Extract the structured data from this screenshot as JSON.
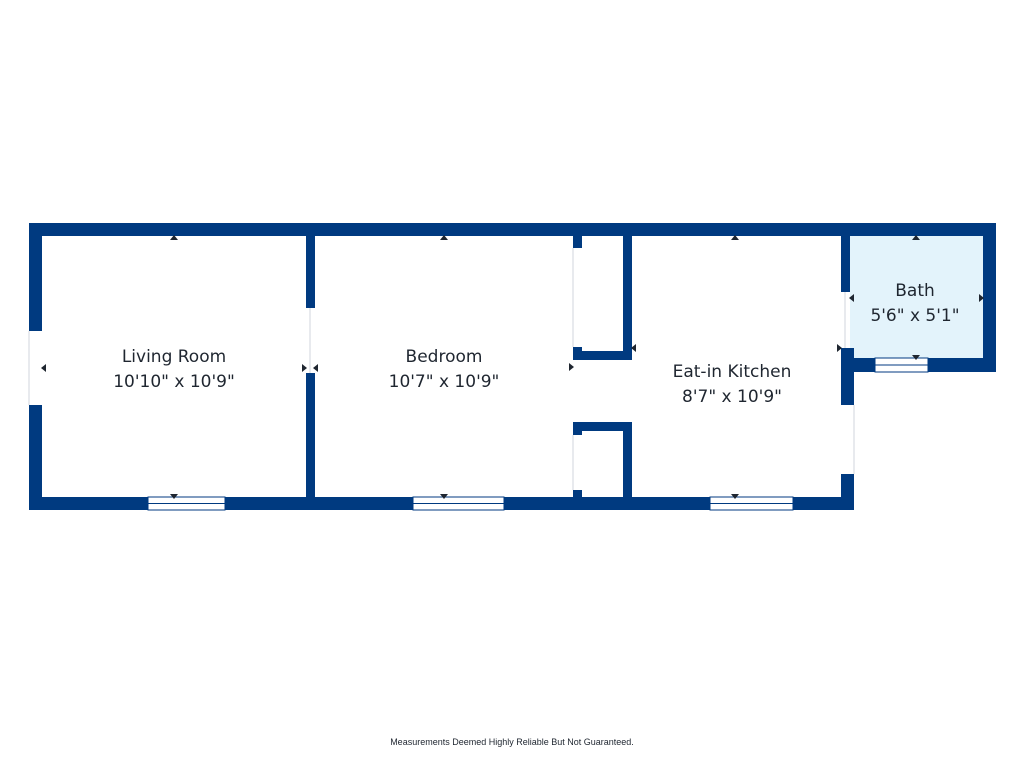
{
  "colors": {
    "wall": "#003a80",
    "bath_fill": "#e3f3fb",
    "floor": "#ffffff",
    "text": "#1f2630"
  },
  "rooms": [
    {
      "id": "living-room",
      "name": "Living Room",
      "dims": "10'10\" x 10'9\""
    },
    {
      "id": "bedroom",
      "name": "Bedroom",
      "dims": "10'7\" x 10'9\""
    },
    {
      "id": "eat-in-kitchen",
      "name": "Eat-in Kitchen",
      "dims": "8'7\" x 10'9\""
    },
    {
      "id": "bath",
      "name": "Bath",
      "dims": "5'6\" x 5'1\""
    }
  ],
  "footer": {
    "disclaimer": "Measurements Deemed Highly Reliable But Not Guaranteed."
  }
}
